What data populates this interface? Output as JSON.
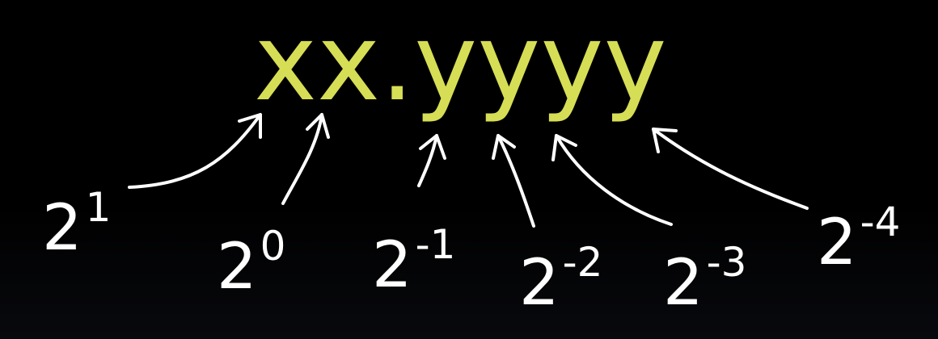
{
  "colors": {
    "background": "#000000",
    "notation": "#d6de55",
    "labels": "#ffffff",
    "arrows": "#ffffff"
  },
  "notation": "xx.yyyy",
  "place_values": [
    {
      "base": "2",
      "exponent": "1"
    },
    {
      "base": "2",
      "exponent": "0"
    },
    {
      "base": "2",
      "exponent": "-1"
    },
    {
      "base": "2",
      "exponent": "-2"
    },
    {
      "base": "2",
      "exponent": "-3"
    },
    {
      "base": "2",
      "exponent": "-4"
    }
  ]
}
